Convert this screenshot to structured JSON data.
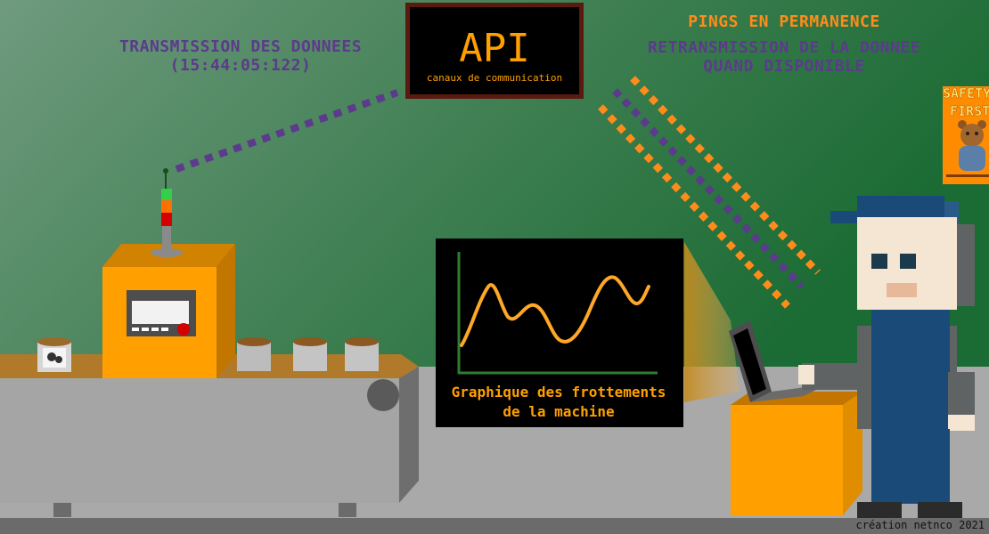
{
  "colors": {
    "wall_left": "#6f9a7e",
    "wall_right": "#1b6b34",
    "floor": "#a9a9a9",
    "floor_bottom": "#6b6b6b",
    "purple": "#5c3a8c",
    "orange": "#ff8c1a",
    "machine_yellow": "#ffa000",
    "screen_black": "#000000",
    "api_border": "#5a1a10",
    "chart_axis": "#2e7d32",
    "chart_line": "#ffa726",
    "worker_blue": "#1a4a78",
    "worker_grey": "#5f6364",
    "skin": "#f5e6d3"
  },
  "labels": {
    "transmission": "TRANSMISSION DES DONNEES",
    "timestamp": "(15:44:05:122)",
    "pings": "PINGS EN PERMANENCE",
    "retransmission_1": "RETRANSMISSION DE LA DONNEE",
    "retransmission_2": "QUAND DISPONIBLE",
    "credit": "création netnco 2021"
  },
  "api_screen": {
    "title": "API",
    "subtitle": "canaux de communication"
  },
  "friction_chart": {
    "caption_1": "Graphique des frottements",
    "caption_2": "de la machine"
  },
  "poster": {
    "line_1": "SAFETY",
    "line_2": "FIRST"
  },
  "icons": {
    "signal_tower": "status-light-tower-icon",
    "laptop": "laptop-icon",
    "can_label": "animal-face-icon",
    "poster_bear": "teddy-bear-icon"
  }
}
